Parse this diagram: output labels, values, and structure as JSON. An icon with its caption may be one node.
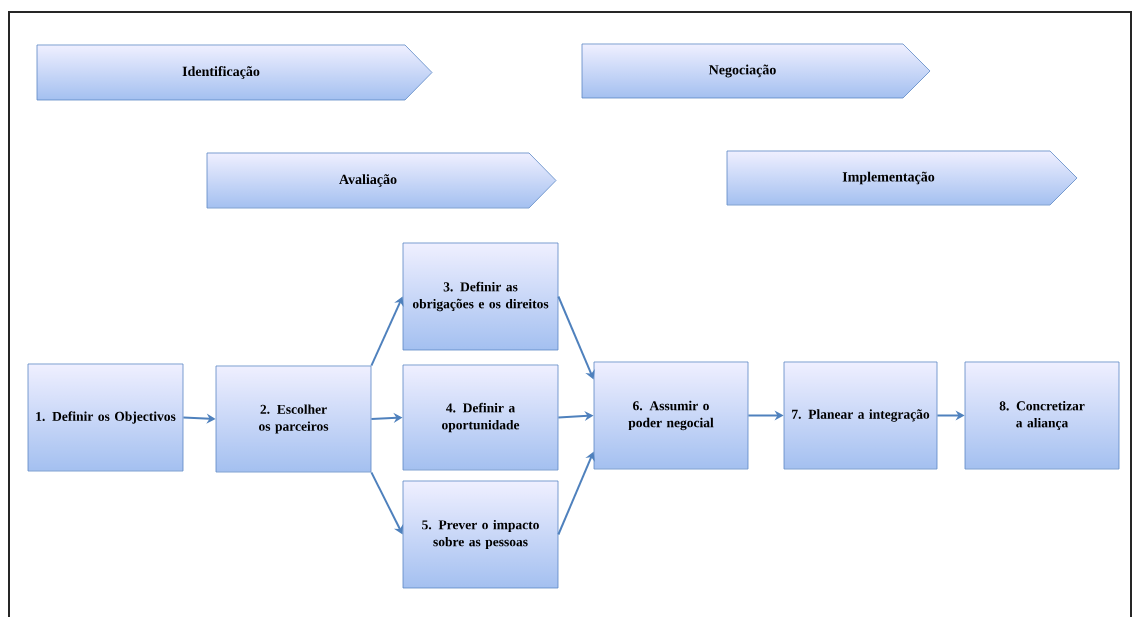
{
  "diagram": {
    "nodes": [
      {
        "text": [
          "Identificação"
        ]
      },
      {
        "text": [
          "Negociação"
        ]
      },
      {
        "text": [
          "Avaliação"
        ]
      },
      {
        "text": [
          "Implementação"
        ]
      },
      {
        "text": [
          "1. Definir os Objectivos"
        ]
      },
      {
        "text": [
          "2. Escolher os parceiros"
        ]
      },
      {
        "text": [
          "3. Definir as obrigações e os direitos"
        ]
      },
      {
        "text": [
          "4. Definir a oportunidade"
        ]
      },
      {
        "text": [
          "5. Prever o impacto sobre as pessoas"
        ]
      },
      {
        "text": [
          "6. Assumir o poder negocial"
        ]
      },
      {
        "text": [
          "7. Planear a integração"
        ]
      },
      {
        "text": [
          "8. Concretizar a aliança"
        ]
      }
    ],
    "edges": [
      {
        "from": 4,
        "to": 5,
        "arrow": "to"
      },
      {
        "from": 5,
        "to": 6,
        "arrow": "to"
      },
      {
        "from": 5,
        "to": 7,
        "arrow": "to"
      },
      {
        "from": 5,
        "to": 8,
        "arrow": "to"
      },
      {
        "from": 6,
        "to": 9,
        "arrow": "to"
      },
      {
        "from": 7,
        "to": 9,
        "arrow": "to"
      },
      {
        "from": 8,
        "to": 9,
        "arrow": "to"
      },
      {
        "from": 9,
        "to": 10,
        "arrow": "to"
      },
      {
        "from": 10,
        "to": 11,
        "arrow": "to"
      }
    ]
  }
}
